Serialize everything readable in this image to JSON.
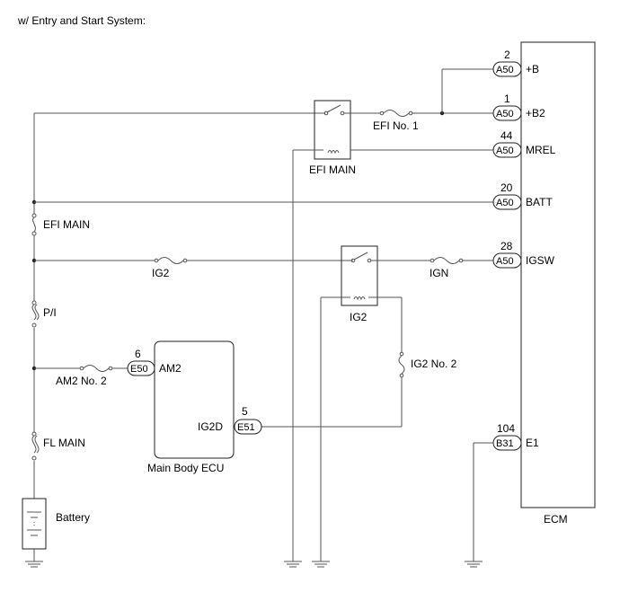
{
  "header": "w/ Entry and Start System:",
  "ecm": {
    "label": "ECM",
    "pins": [
      {
        "connector": "A50",
        "pin": "2",
        "signal": "+B"
      },
      {
        "connector": "A50",
        "pin": "1",
        "signal": "+B2"
      },
      {
        "connector": "A50",
        "pin": "44",
        "signal": "MREL"
      },
      {
        "connector": "A50",
        "pin": "20",
        "signal": "BATT"
      },
      {
        "connector": "A50",
        "pin": "28",
        "signal": "IGSW"
      },
      {
        "connector": "B31",
        "pin": "104",
        "signal": "E1"
      }
    ]
  },
  "relays": [
    "EFI MAIN",
    "IG2"
  ],
  "fuses": {
    "efi_no1": "EFI No. 1",
    "ig2": "IG2",
    "ign": "IGN",
    "am2_no2": "AM2 No. 2",
    "ig2_no2": "IG2 No. 2"
  },
  "fusible_links": {
    "efi_main": "EFI MAIN",
    "pi": "P/I",
    "fl_main": "FL MAIN"
  },
  "main_body_ecu": {
    "label": "Main Body ECU",
    "am2": {
      "connector": "E50",
      "pin": "6",
      "signal": "AM2"
    },
    "ig2d": {
      "connector": "E51",
      "pin": "5",
      "signal": "IG2D"
    }
  },
  "battery": "Battery"
}
